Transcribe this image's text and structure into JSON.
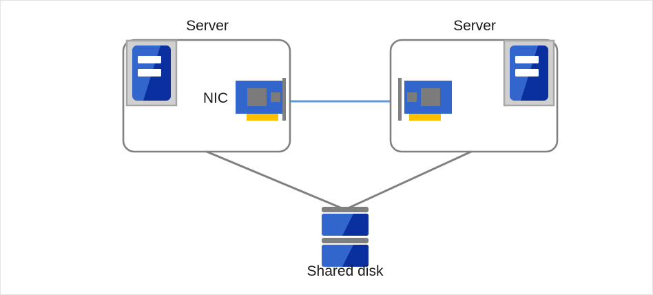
{
  "diagram": {
    "title": "Two-server cluster sharing a disk",
    "background": "#ffffff",
    "frame_border_color": "#e3e3e3"
  },
  "labels": {
    "server_left": "Server",
    "server_right": "Server",
    "nic": "NIC",
    "shared_disk": "Shared disk"
  },
  "colors": {
    "outline_gray": "#808080",
    "panel_gray": "#d0d0d0",
    "panel_border_gray": "#a6a6a6",
    "blue_light": "#3366cc",
    "blue_dark": "#0a2f9e",
    "chip_gray": "#7b7b7b",
    "bracket_gray": "#808080",
    "connector_yellow": "#ffc000",
    "link_blue": "#5b9bd5",
    "disk_band_gray": "#7f7f7f",
    "text": "#1a1a1a"
  },
  "nodes": {
    "server_left": {
      "name": "Server",
      "has_nic": true,
      "nic_label": "NIC",
      "icon": "server-icon"
    },
    "server_right": {
      "name": "Server",
      "has_nic": true,
      "icon": "server-icon"
    },
    "shared_disk": {
      "name": "Shared disk",
      "icon": "database-icon",
      "platters": 2
    }
  },
  "connections": [
    {
      "from": "server_left_nic",
      "to": "server_right_nic",
      "style": "network-link",
      "color": "#5b9bd5"
    },
    {
      "from": "server_left",
      "to": "shared_disk",
      "style": "storage-link",
      "color": "#808080"
    },
    {
      "from": "server_right",
      "to": "shared_disk",
      "style": "storage-link",
      "color": "#808080"
    }
  ]
}
